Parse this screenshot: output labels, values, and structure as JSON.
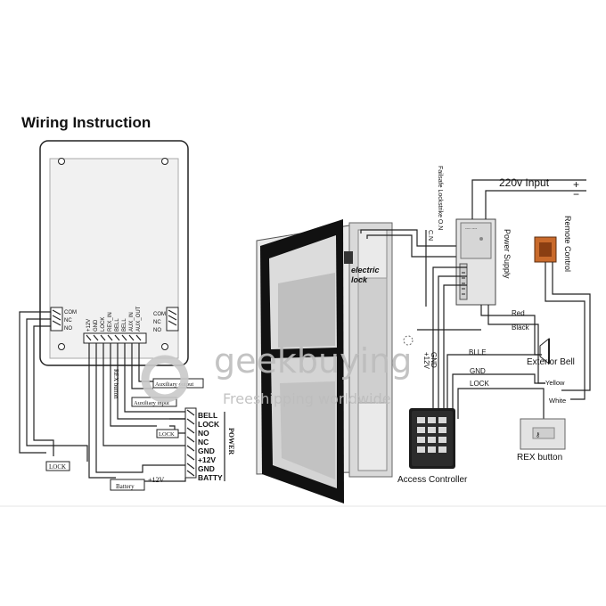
{
  "title": "Wiring Instruction",
  "controller_board": {
    "left_block": [
      "COM",
      "NC",
      "NO"
    ],
    "right_block": [
      "COM",
      "NC",
      "NO"
    ],
    "bottom_pins": [
      "+12V",
      "GND",
      "LOCK",
      "REX_IN",
      "BELL",
      "BELL",
      "AUX_IN",
      "AUX_OUT"
    ]
  },
  "aux_labels": {
    "rex": "REX button",
    "aux_output": "Auxiliary output",
    "aux_input": "Auxiliary input"
  },
  "power_block": {
    "terminals": [
      "BELL",
      "LOCK",
      "NO",
      "NC",
      "GND",
      "+12V",
      "GND",
      "BATTY"
    ],
    "side_label": "POWER",
    "lock_box": "LOCK"
  },
  "lock_label_bottom": "LOCK",
  "battery": {
    "label": "Battery",
    "voltage": "+12V"
  },
  "door": {
    "lock_label_1": "electric",
    "lock_label_2": "lock"
  },
  "supply": {
    "input_label": "220v Input",
    "plus": "+",
    "minus": "−",
    "name": "Power Supply",
    "failsafe": "Failsafe Lockstrike O.N",
    "cn": "C.N"
  },
  "remote": {
    "label": "Remote Control"
  },
  "wires": {
    "red": "Red",
    "black": "Black",
    "blle": "BLLE",
    "gnd": "GND",
    "lock": "LOCK",
    "yellow": "Yellow",
    "white": "White",
    "p12v": "+12V",
    "gnd2": "GND"
  },
  "exterior_bell": "Exterior Bell",
  "rex_button": "REX button",
  "access_controller": "Access Controller",
  "watermark": {
    "brand": "geekbuying",
    "tagline": "Freeshipping worldwide"
  }
}
